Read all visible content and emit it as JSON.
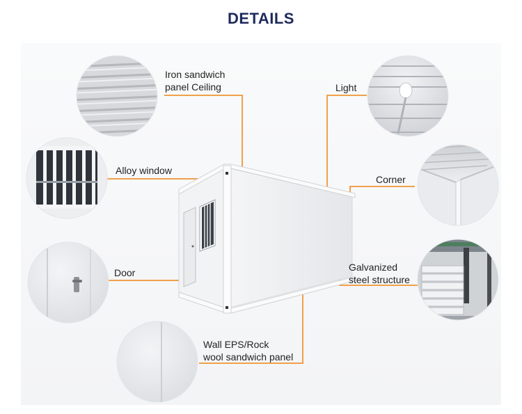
{
  "title": "DETAILS",
  "colors": {
    "title": "#1f2a5c",
    "leader_line": "#f0a04b",
    "panel_white": "#eef0f2",
    "frame_white": "#fbfbfb"
  },
  "labels": {
    "iron_ceiling_1": "Iron sandwich",
    "iron_ceiling_2": "panel Ceiling",
    "light": "Light",
    "alloy_window": "Alloy window",
    "corner": "Corner",
    "door": "Door",
    "galvanized_1": "Galvanized",
    "galvanized_2": "steel structure",
    "wall_1": "Wall EPS/Rock",
    "wall_2": "wool sandwich panel"
  }
}
